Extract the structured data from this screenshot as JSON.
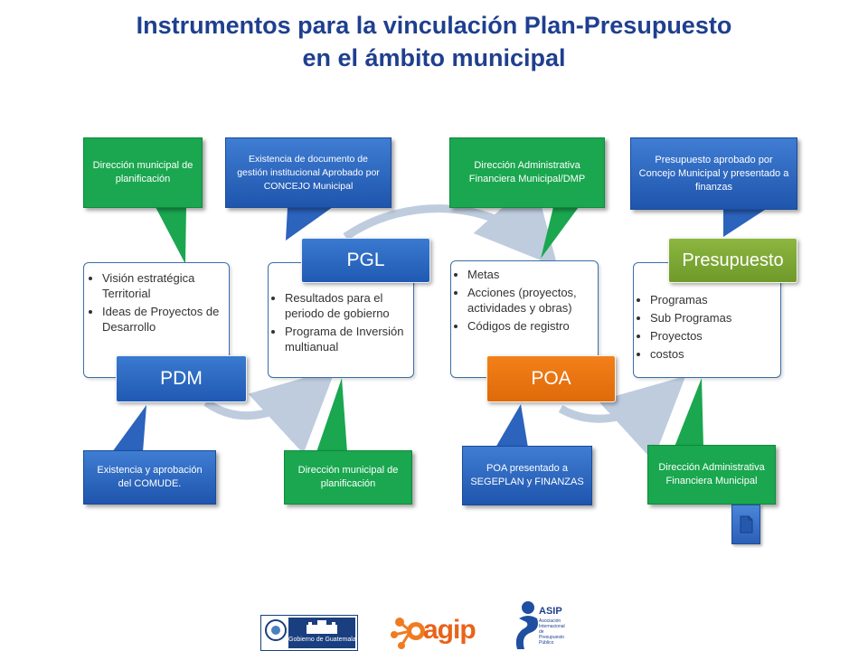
{
  "title": {
    "line1": "Instrumentos para la vinculación Plan-Presupuesto",
    "line2": "en el ámbito municipal"
  },
  "stages": [
    {
      "label": "PDM",
      "bullets": [
        "Visión estratégica Territorial",
        "Ideas de Proyectos de Desarrollo"
      ]
    },
    {
      "label": "PGL",
      "bullets": [
        "Resultados para el periodo de gobierno",
        "Programa de Inversión multianual"
      ]
    },
    {
      "label": "POA",
      "bullets": [
        "Metas",
        "Acciones (proyectos, actividades y obras)",
        "Códigos de registro"
      ]
    },
    {
      "label": "Presupuesto",
      "bullets": [
        "Programas",
        "Sub Programas",
        "Proyectos",
        "costos"
      ]
    }
  ],
  "callouts_top": [
    "Dirección municipal de planificación",
    "Existencia de documento de gestión institucional Aprobado por CONCEJO Municipal",
    "Dirección Administrativa Financiera Municipal/DMP",
    "Presupuesto aprobado por Concejo Municipal y presentado a finanzas"
  ],
  "callouts_bottom": [
    "Existencia y aprobación del COMUDE.",
    "Dirección municipal de planificación",
    "POA presentado a SEGEPLAN y FINANZAS",
    "Dirección Administrativa Financiera Municipal"
  ],
  "logos": {
    "guatemala": "Gobierno de Guatemala",
    "agip": "agip",
    "asip_acronym": "ASIP",
    "asip_name": "Asociación Internacional de Presupuesto Público"
  },
  "colors": {
    "title": "#1f3f8f",
    "callout_green": "#1aa74f",
    "callout_blue": "#2b63bd",
    "label_blue": "#2b67c4",
    "label_orange": "#ea7412",
    "label_green": "#7ea835",
    "box_border": "#3b6ea8"
  },
  "icons": {
    "document": "document-icon"
  }
}
